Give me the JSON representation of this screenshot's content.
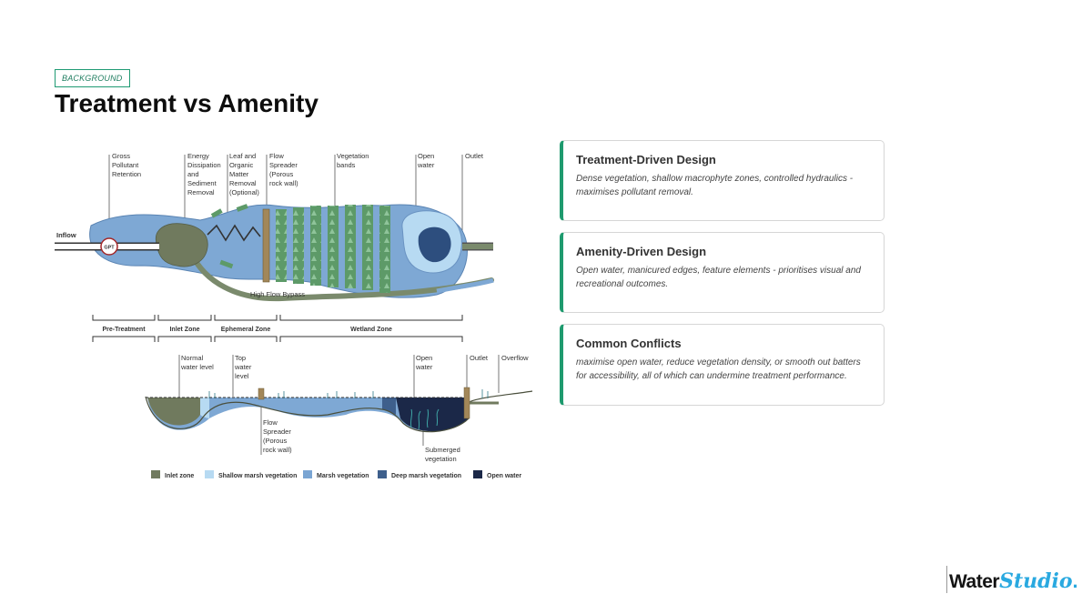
{
  "header": {
    "tag": "BACKGROUND",
    "title": "Treatment vs Amenity"
  },
  "diagram": {
    "top_labels": [
      "Gross Pollutant Retention",
      "Energy Dissipation and Sediment Removal",
      "Leaf and Organic Matter Removal (Optional)",
      "Flow Spreader (Porous rock wall)",
      "Vegetation bands",
      "Open water",
      "Outlet"
    ],
    "inflow": "Inflow",
    "gpt": "GPT",
    "bypass": "High Flow Bypass",
    "zones": [
      "Pre-Treatment",
      "Inlet Zone",
      "Ephemeral Zone",
      "Wetland Zone"
    ],
    "section_labels": [
      "Normal water level",
      "Top water level",
      "Flow Spreader (Porous rock wall)",
      "Open water",
      "Submerged vegetation",
      "Outlet",
      "Overflow"
    ],
    "legend": [
      {
        "label": "Inlet zone",
        "color": "#707a5e"
      },
      {
        "label": "Shallow marsh vegetation",
        "color": "#b7daf2"
      },
      {
        "label": "Marsh vegetation",
        "color": "#7aa5d3"
      },
      {
        "label": "Deep marsh vegetation",
        "color": "#3e5f8c"
      },
      {
        "label": "Open water",
        "color": "#1b2848"
      }
    ]
  },
  "cards": [
    {
      "title": "Treatment-Driven Design",
      "body": "Dense vegetation, shallow macrophyte zones, controlled hydraulics - maximises pollutant removal."
    },
    {
      "title": "Amenity-Driven Design",
      "body": "Open water, manicured edges, feature elements - prioritises visual and recreational outcomes."
    },
    {
      "title": "Common Conflicts",
      "body": "maximise open water, reduce vegetation density, or smooth out batters for accessibility, all of which can undermine treatment performance."
    }
  ],
  "logo": {
    "part1": "Water",
    "part2": "Studio",
    "part3": "."
  },
  "colors": {
    "accent": "#1e9a6e",
    "logo_blue": "#2aa9e0"
  }
}
